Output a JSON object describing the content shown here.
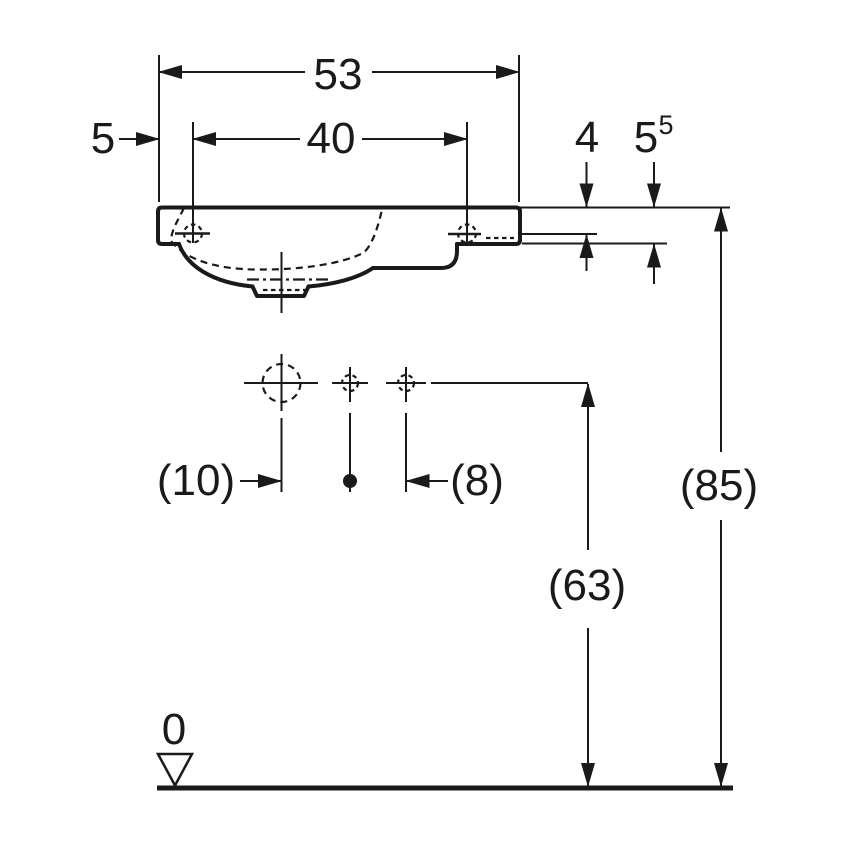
{
  "drawing": {
    "subject": "washbasin-front-elevation-dimension-drawing",
    "colors": {
      "line": "#1a1a1a",
      "background": "#ffffff"
    },
    "dims": {
      "width": "53",
      "tap_spacing": "40",
      "edge_offset": "5",
      "tap_depth": "4",
      "rim_base": "5",
      "rim_sup": "5",
      "drain_offset": "(10)",
      "outlet_offset": "(8)",
      "outlet_height": "(63)",
      "rim_height": "(85)",
      "datum": "0"
    }
  }
}
